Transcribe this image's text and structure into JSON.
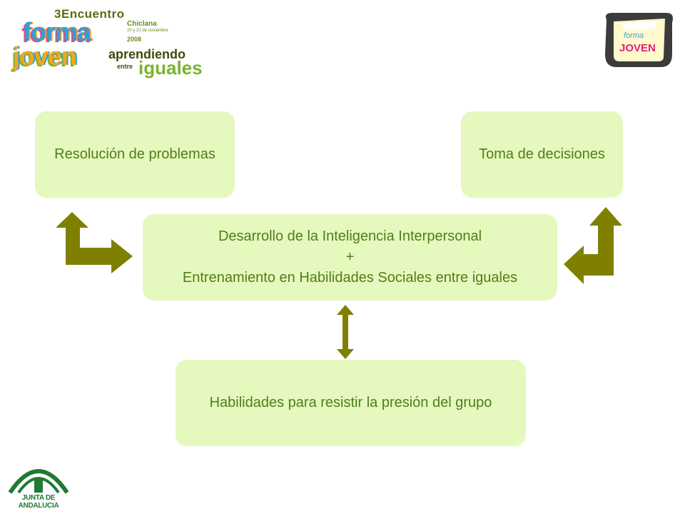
{
  "diagram": {
    "box_resolucion": "Resolución de problemas",
    "box_toma": "Toma de decisiones",
    "box_central": {
      "line1": "Desarrollo de la Inteligencia Interpersonal",
      "line2": "+",
      "line3": "Entrenamiento en Habilidades Sociales entre iguales"
    },
    "box_habilidades": "Habilidades para resistir la presión del grupo"
  },
  "logos": {
    "event": {
      "tercer": "3Encuentro",
      "forma": "forma",
      "joven": "joven",
      "chiclana": "Chiclana",
      "fechas": "20 y 21 de noviembre",
      "anio": "2008",
      "aprendiendo": "aprendiendo",
      "entre": "entre",
      "iguales": "iguales"
    },
    "forma_joven": {
      "forma": "forma",
      "joven": "JOVEN"
    },
    "junta": "JUNTA DE ANDALUCIA"
  },
  "colors": {
    "box_fill": "#e5f8bd",
    "box_text": "#4f7f1a",
    "arrow": "#808000"
  }
}
